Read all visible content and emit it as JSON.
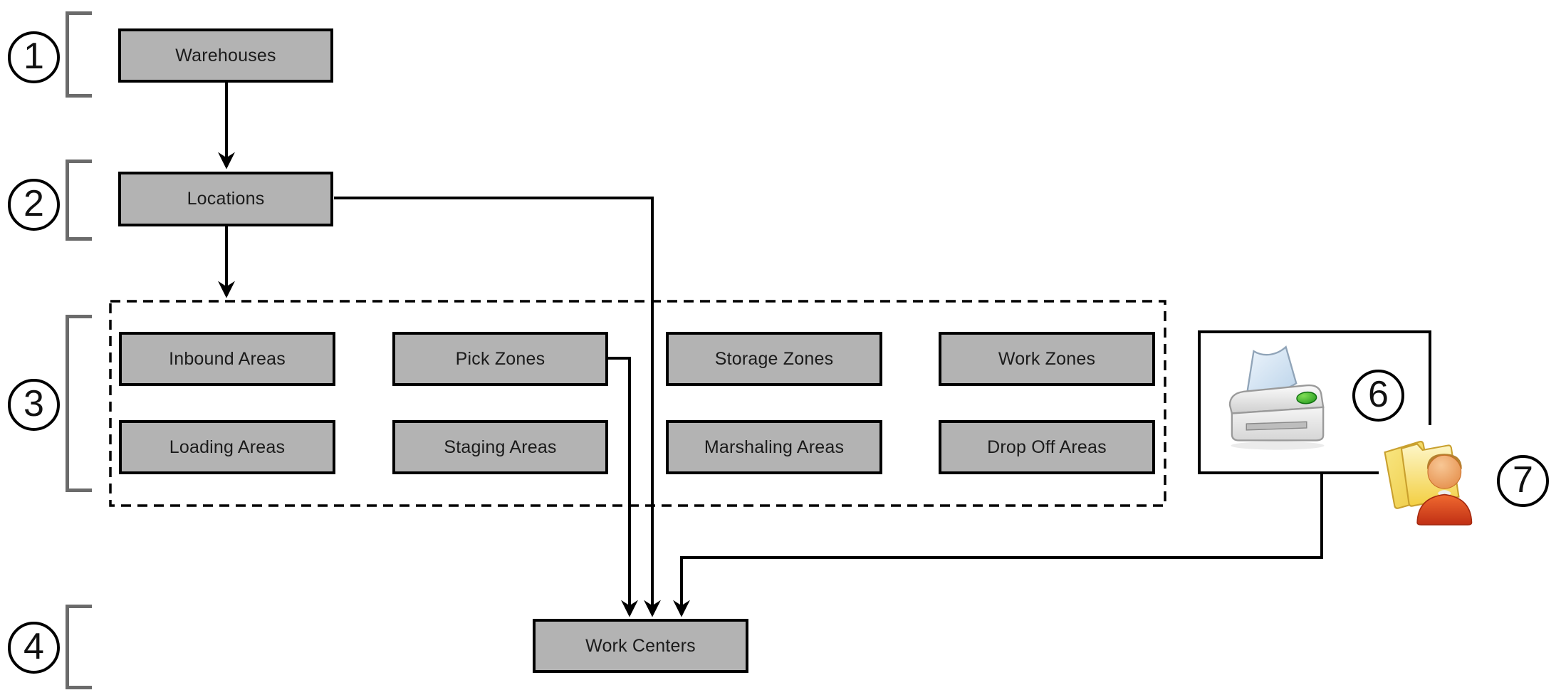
{
  "colors": {
    "canvas_bg": "#ffffff",
    "box_fill": "#b3b3b3",
    "box_border": "#000000",
    "connector": "#000000",
    "bracket": "#6b6b6b",
    "circle_border": "#000000",
    "circle_fill": "#ffffff",
    "text": "#1b1b1b"
  },
  "boxes": {
    "warehouses": "Warehouses",
    "locations": "Locations",
    "inbound_areas": "Inbound Areas",
    "pick_zones": "Pick Zones",
    "storage_zones": "Storage Zones",
    "work_zones": "Work Zones",
    "loading_areas": "Loading Areas",
    "staging_areas": "Staging Areas",
    "marshaling_areas": "Marshaling Areas",
    "drop_off_areas": "Drop Off Areas",
    "work_centers": "Work Centers"
  },
  "step_markers": {
    "step1": "1",
    "step2": "2",
    "step3": "3",
    "step4": "4",
    "step6": "6",
    "step7": "7"
  },
  "icons": {
    "printer": "printer-icon",
    "user_folders": "user-folders-icon"
  }
}
